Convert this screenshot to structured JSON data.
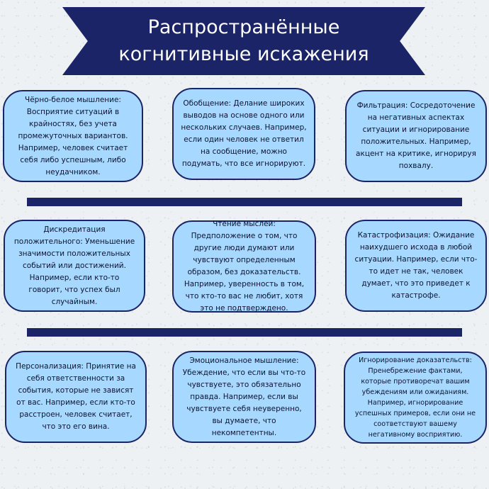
{
  "title": "Распространённые когнитивные искажения",
  "cards": [
    {
      "text": "Чёрно-белое мышление: Восприятие ситуаций в крайностях, без учета промежуточных вариантов. Например, человек считает себя либо успешным, либо неудачником."
    },
    {
      "text": "Обобщение: Делание широких выводов на основе одного или нескольких случаев. Например, если один человек не ответил на сообщение, можно подумать, что все игнорируют."
    },
    {
      "text": "Фильтрация: Сосредоточение на негативных аспектах ситуации и игнорирование положительных. Например, акцент на критике, игнорируя похвалу."
    },
    {
      "text": "Дискредитация положительного: Уменьшение значимости положительных событий или достижений. Например, если кто-то говорит, что успех был случайным."
    },
    {
      "text": "Чтение мыслей: Предположение о том, что другие люди думают или чувствуют определенным образом, без доказательств. Например, уверенность в том, что кто-то вас не любит, хотя это не подтверждено."
    },
    {
      "text": "Катастрофизация: Ожидание наихудшего исхода в любой ситуации. Например, если что-то идет не так, человек думает, что это приведет к катастрофе."
    },
    {
      "text": "Персонализация: Принятие на себя ответственности за события, которые не зависят от вас. Например, если кто-то расстроен, человек считает, что это его вина."
    },
    {
      "text": "Эмоциональное мышление: Убеждение, что если вы что-то чувствуете, это обязательно правда. Например, если вы чувствуете себя неуверенно, вы думаете, что некомпетентны."
    },
    {
      "text": "Игнорирование доказательств: Пренебрежение фактами, которые противоречат вашим убеждениям или ожиданиям. Например, игнорирование успешных примеров, если они не соответствуют вашему негативному восприятию."
    }
  ]
}
